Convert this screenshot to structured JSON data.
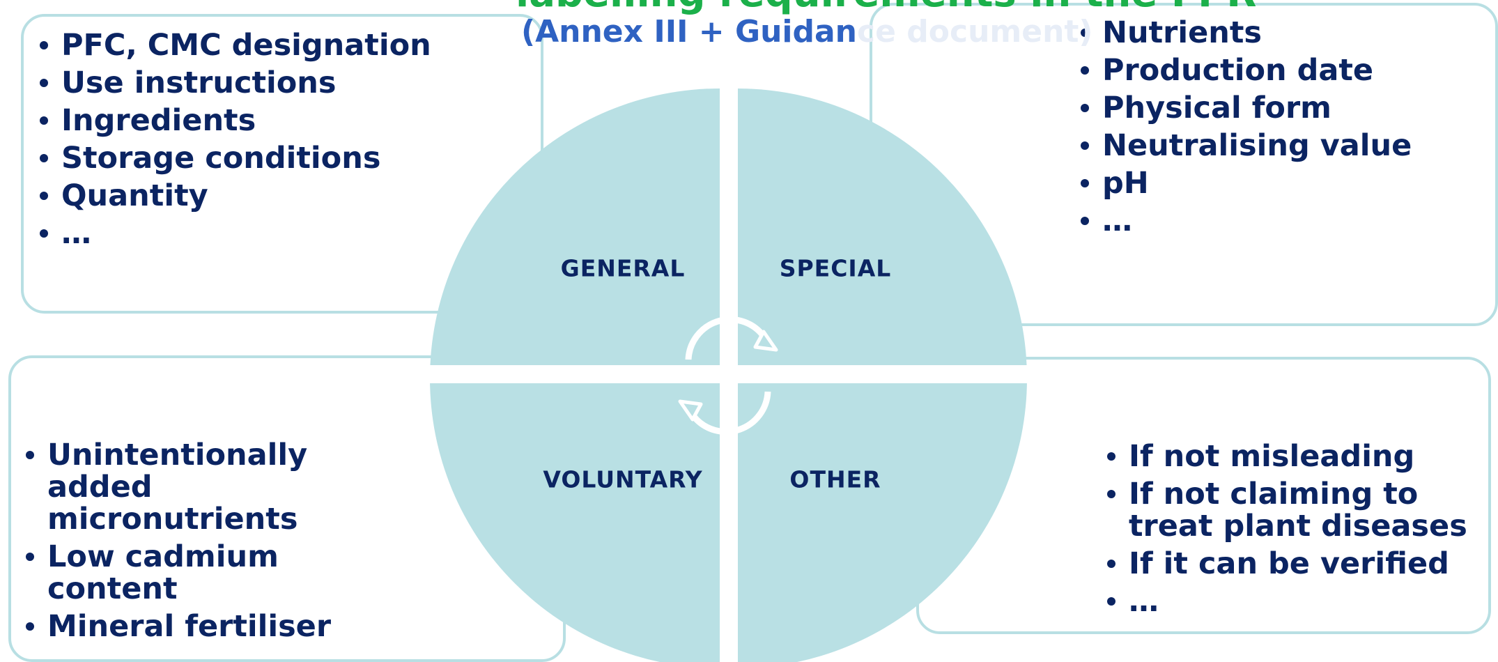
{
  "header": {
    "title": "labelling requirements in the FPR",
    "subtitle_visible": "(Annex III + Guidan",
    "subtitle_faded": "ce document)"
  },
  "quadrants": {
    "general": "GENERAL",
    "special": "SPECIAL",
    "voluntary": "VOLUNTARY",
    "other": "OTHER"
  },
  "general_items": [
    "PFC, CMC designation",
    "Use instructions",
    "Ingredients",
    "Storage conditions",
    "Quantity",
    "…"
  ],
  "special_items": [
    "Nutrients",
    "Production date",
    "Physical form",
    "Neutralising value",
    "pH",
    "…"
  ],
  "voluntary_items": [
    "Unintentionally added micronutrients",
    "Low cadmium content",
    "Mineral fertiliser"
  ],
  "other_items": [
    "If not misleading",
    "If not claiming to treat plant diseases",
    "If it can be verified",
    "…"
  ],
  "icons": [
    "cycle-arrows-icon"
  ],
  "colors": {
    "circle": "#b9e0e4",
    "box_border": "#b8dfe3",
    "text": "#0b2462",
    "title": "#1bb04a",
    "subtitle": "#2f62c2"
  }
}
